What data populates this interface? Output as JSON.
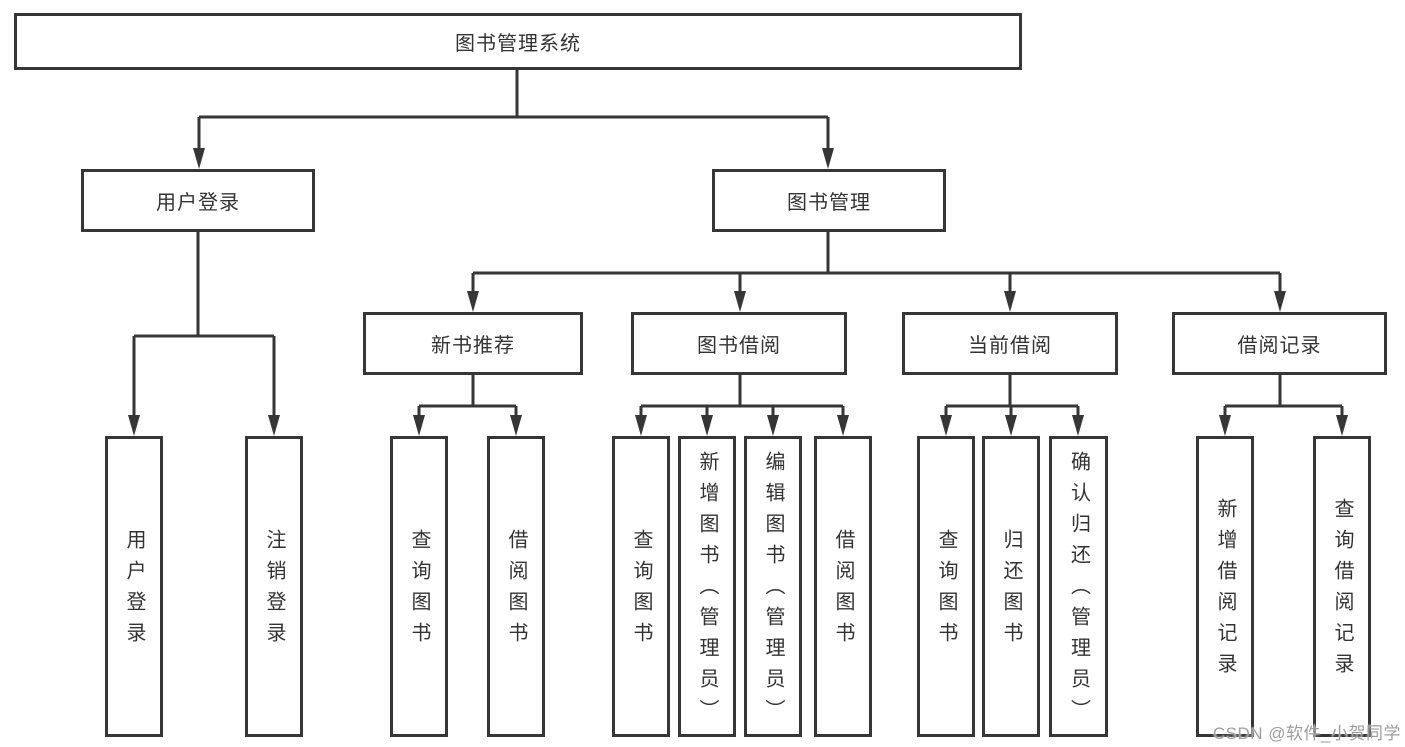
{
  "tree": {
    "root": {
      "label": "图书管理系统",
      "children": [
        {
          "label": "用户登录",
          "children": [
            {
              "label": "用户登录"
            },
            {
              "label": "注销登录"
            }
          ]
        },
        {
          "label": "图书管理",
          "children": [
            {
              "label": "新书推荐",
              "children": [
                {
                  "label": "查询图书"
                },
                {
                  "label": "借阅图书"
                }
              ]
            },
            {
              "label": "图书借阅",
              "children": [
                {
                  "label": "查询图书"
                },
                {
                  "label": "新增图书（管理员）"
                },
                {
                  "label": "编辑图书（管理员）"
                },
                {
                  "label": "借阅图书"
                }
              ]
            },
            {
              "label": "当前借阅",
              "children": [
                {
                  "label": "查询图书"
                },
                {
                  "label": "归还图书"
                },
                {
                  "label": "确认归还（管理员）"
                }
              ]
            },
            {
              "label": "借阅记录",
              "children": [
                {
                  "label": "新增借阅记录"
                },
                {
                  "label": "查询借阅记录"
                }
              ]
            }
          ]
        }
      ]
    }
  },
  "watermark": "CSDN @软件_小贺同学",
  "colors": {
    "line": "#363636",
    "text": "#333333",
    "box_fill": "#ffffff",
    "watermark": "#9d9d9d",
    "background": "#ffffff"
  }
}
